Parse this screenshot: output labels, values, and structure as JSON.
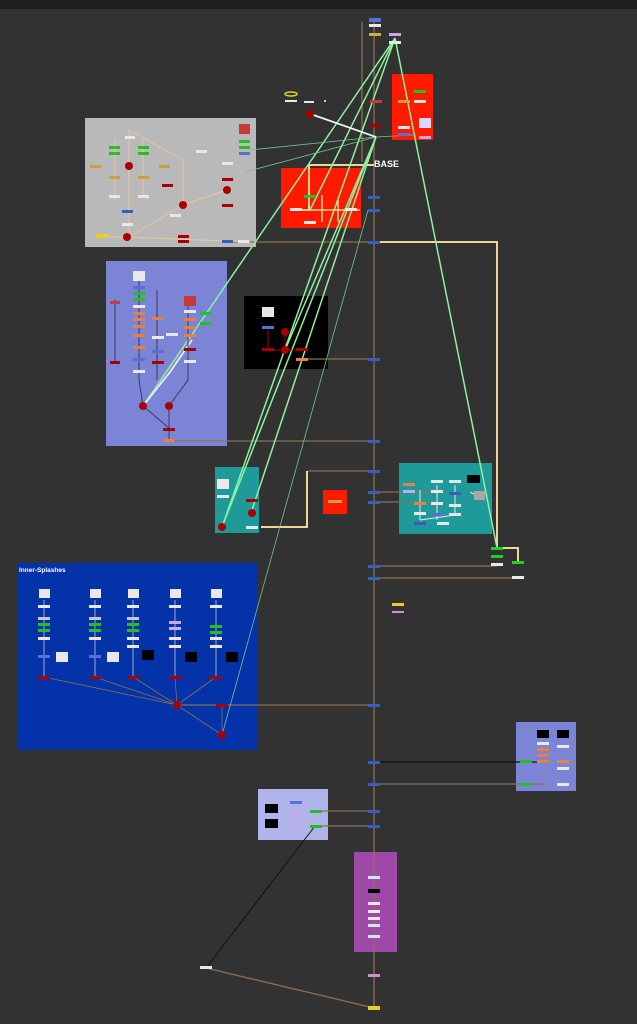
{
  "canvas": {
    "background": "#323232",
    "top_border": "#1e1e1e"
  },
  "colors": {
    "wire_brown": "#8a7052",
    "wire_cream": "#f0d690",
    "wire_green": "#8ef0a0",
    "wire_white": "#f4f4f4",
    "wire_blue": "#5a6fd6",
    "dot_red": "#a80000",
    "dot_blue": "#3a5cc0",
    "group_gray": "#b9b9b9",
    "group_red": "#ff1a00",
    "group_violet": "#7c84d6",
    "group_black": "#000000",
    "group_teal": "#1e9a9a",
    "group_darkblue": "#0432a8",
    "group_lavender": "#b0b4ea",
    "group_magenta": "#a048a8"
  },
  "labels": {
    "base": "BASE",
    "inner_splashes": "Inner-Splashes"
  },
  "backdrops": [
    {
      "name": "backdrop-gray-comp",
      "color": "#b9b9b9"
    },
    {
      "name": "backdrop-base",
      "color": "#ff1a00",
      "label_key": "base"
    },
    {
      "name": "backdrop-red-top",
      "color": "#ff1a00"
    },
    {
      "name": "backdrop-violet",
      "color": "#7c84d6"
    },
    {
      "name": "backdrop-black",
      "color": "#000000"
    },
    {
      "name": "backdrop-teal-small",
      "color": "#1e9a9a"
    },
    {
      "name": "backdrop-red-small",
      "color": "#ff1a00"
    },
    {
      "name": "backdrop-teal-large",
      "color": "#1e9a9a"
    },
    {
      "name": "backdrop-inner-splashes",
      "color": "#0432a8",
      "label_key": "inner_splashes"
    },
    {
      "name": "backdrop-violet-right",
      "color": "#7c84d6"
    },
    {
      "name": "backdrop-lavender",
      "color": "#b0b4ea"
    },
    {
      "name": "backdrop-magenta",
      "color": "#a048a8"
    }
  ]
}
